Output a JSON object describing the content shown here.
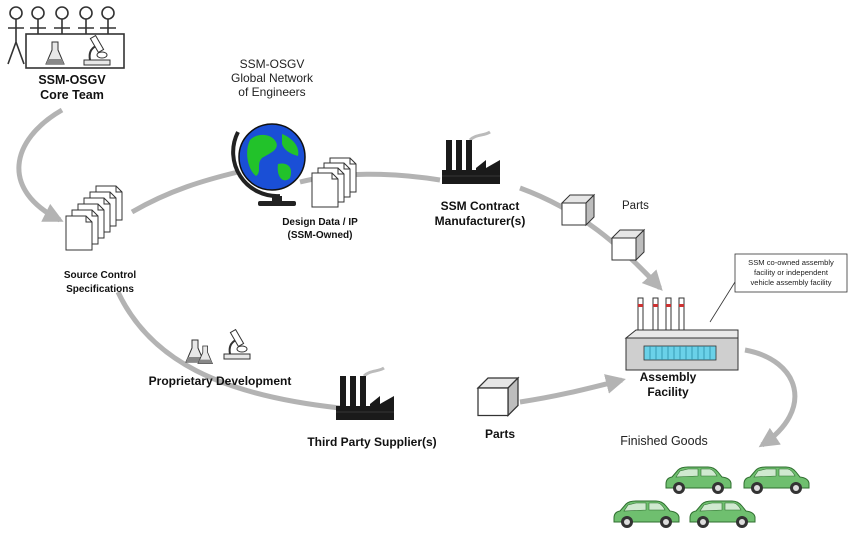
{
  "core_team": {
    "line1": "SSM-OSGV",
    "line2": "Core Team"
  },
  "network": {
    "line1": "SSM-OSGV",
    "line2": "Global Network",
    "line3": "of Engineers"
  },
  "design_data": {
    "line1": "Design Data / IP",
    "line2": "(SSM-Owned)"
  },
  "contract_mfr": {
    "line1": "SSM Contract",
    "line2": "Manufacturer(s)"
  },
  "parts_top": "Parts",
  "source_control": {
    "line1": "Source Control",
    "line2": "Specifications"
  },
  "proprietary_dev": "Proprietary Development",
  "third_party": "Third Party Supplier(s)",
  "parts_bottom": "Parts",
  "assembly": {
    "line1": "Assembly",
    "line2": "Facility"
  },
  "callout": {
    "line1": "SSM co-owned assembly",
    "line2": "facility or independent",
    "line3": "vehicle assembly facility"
  },
  "finished_goods": "Finished Goods",
  "colors": {
    "arrow": "#b3b3b3",
    "car": "#6fbf6f",
    "globe_water": "#1a4fd6",
    "globe_land": "#22c22a",
    "factory": "#1a1a1a",
    "assembly_panel": "#6ad1e8"
  }
}
